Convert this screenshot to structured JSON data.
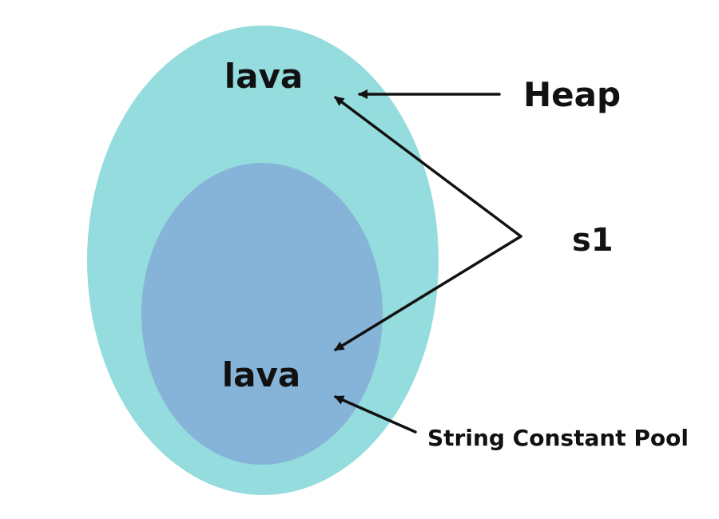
{
  "diagram": {
    "heap_object": "lava",
    "pool_object": "lava",
    "heap_label": "Heap",
    "reference_label": "s1",
    "pool_label": "String Constant Pool",
    "colors": {
      "heap": "#94dcdd",
      "pool": "#86b4d8",
      "arrow": "#111111",
      "text": "#111111",
      "background": "#ffffff"
    }
  }
}
